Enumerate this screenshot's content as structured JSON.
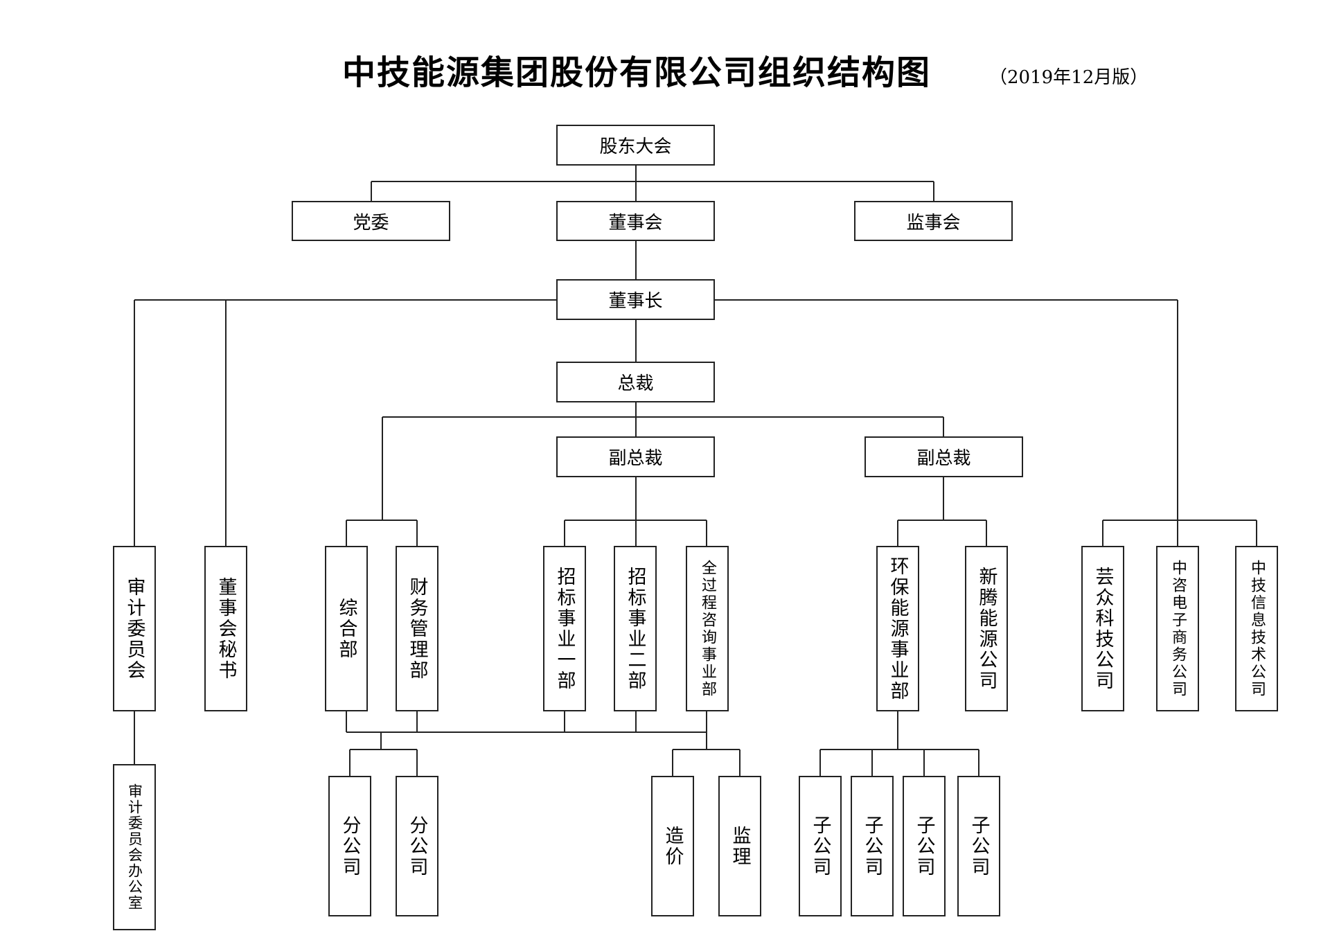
{
  "title": "中技能源集团股份有限公司组织结构图",
  "subtitle": "（2019年12月版）",
  "nodes": {
    "shareholders": "股东大会",
    "party_committee": "党委",
    "board": "董事会",
    "supervisory_board": "监事会",
    "chairman": "董事长",
    "president": "总裁",
    "vp1": "副总裁",
    "vp2": "副总裁",
    "audit_committee": "审计委员会",
    "board_secretary": "董事会秘书",
    "general_dept": "综合部",
    "finance_dept": "财务管理部",
    "bidding_dept_1": "招标事业一部",
    "bidding_dept_2": "招标事业二部",
    "consulting_dept": "全过程咨询事业部",
    "env_dept": "环保能源事业部",
    "xinteng": "新腾能源公司",
    "yunzhong": "芸众科技公司",
    "zhongzi": "中咨电子商务公司",
    "zhongji_it": "中技信息技术公司",
    "audit_office": "审计委员会办公室",
    "branch_1": "分公司",
    "branch_2": "分公司",
    "cost": "造价",
    "supervision": "监理",
    "sub_1": "子公司",
    "sub_2": "子公司",
    "sub_3": "子公司",
    "sub_4": "子公司"
  }
}
